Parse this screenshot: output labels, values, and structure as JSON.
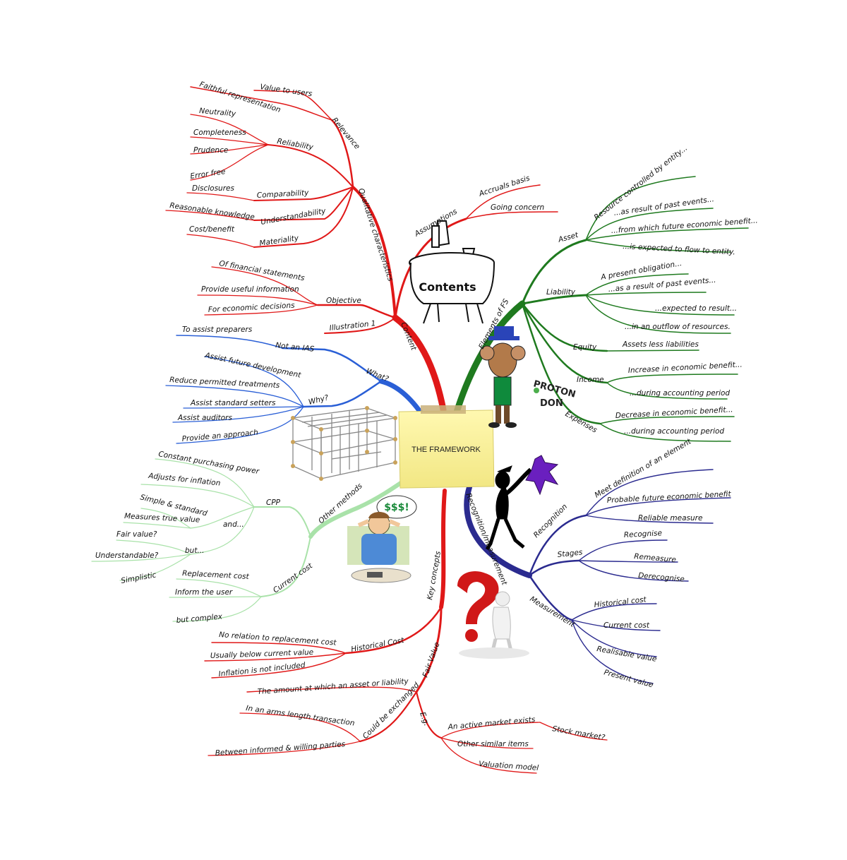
{
  "title": "THE FRAMEWORK",
  "colors": {
    "red": "#e01818",
    "green": "#1f7a1f",
    "blue": "#2a5fd6",
    "navy": "#2b2b8f",
    "lightgreen": "#a9e2a9"
  },
  "icons": [
    "contents-table-icon",
    "mouse-proton-don-icon",
    "scaffold-frame-icon",
    "stressed-man-icon",
    "question-figure-icon",
    "dancing-figure-icon"
  ],
  "contents_label": "Contents",
  "money_label": "$$$!",
  "proton_label": "PROTON",
  "don_label": "DON",
  "branches": {
    "content": "Content",
    "qualitative": "Qualitative characteristics",
    "relevance": "Relevance",
    "value_to_users": "Value to users",
    "reliability": "Reliability",
    "faithful": "Faithful representation",
    "neutrality": "Neutrality",
    "completeness": "Completeness",
    "prudence": "Prudence",
    "error_free": "Error free",
    "comparability": "Comparability",
    "disclosures": "Disclosures",
    "understandability": "Understandability",
    "reasonable_knowledge": "Reasonable knowledge",
    "materiality": "Materiality",
    "cost_benefit": "Cost/benefit",
    "objective": "Objective",
    "of_fs": "Of financial statements",
    "useful_info": "Provide useful information",
    "economic_decisions": "For economic decisions",
    "illustration": "Illustration 1",
    "assumptions": "Assumptions",
    "accruals": "Accruals basis",
    "going_concern": "Going concern",
    "what": "What?",
    "not_ias": "Not an IAS",
    "assist_preparers": "To assist preparers",
    "why": "Why?",
    "future_dev": "Assist future development",
    "reduce_treatments": "Reduce permitted treatments",
    "standard_setters": "Assist standard setters",
    "auditors": "Assist auditors",
    "approach": "Provide an approach",
    "elements": "Elements of FS",
    "asset": "Asset",
    "asset_1": "Resource controlled by entity...",
    "asset_2": "...as result of past events...",
    "asset_3": "...from which future economic benefit...",
    "asset_4": "...is expected to flow to entity.",
    "liability": "Liability",
    "liab_1": "A present obligation...",
    "liab_2": "...as a result of past events...",
    "liab_3": "...expected to result...",
    "liab_4": "...in an outflow of resources.",
    "equity": "Equity",
    "equity_1": "Assets less liabilities",
    "income": "Income",
    "income_1": "Increase in economic benefit...",
    "income_2": "...during accounting period",
    "expenses": "Expenses",
    "exp_1": "Decrease in economic benefit...",
    "exp_2": "...during accounting period",
    "other_methods": "Other methods",
    "cpp": "CPP",
    "const_power": "Constant purchasing power",
    "adjusts_inflation": "Adjusts for inflation",
    "simple_standard": "Simple & standard",
    "measures_true": "Measures true value",
    "and": "and...",
    "fair_value_q": "Fair value?",
    "understandable_q": "Understandable?",
    "but": "but...",
    "simplistic": "Simplistic",
    "current_cost_m": "Current cost",
    "replacement_cost": "Replacement cost",
    "inform_user": "Inform the user",
    "but_complex": "but complex",
    "recog_meas": "Recognition/measurement",
    "recognition": "Recognition",
    "recog_1": "Meet definition of an element",
    "recog_2": "Probable future economic benefit",
    "recog_3": "Reliable measure",
    "stages": "Stages",
    "recognise": "Recognise",
    "remeasure": "Remeasure",
    "derecognise": "Derecognise",
    "measurement": "Measurement",
    "historical_cost_m": "Historical cost",
    "current_cost_r": "Current cost",
    "realisable": "Realisable value",
    "present_value": "Present value",
    "key_concepts": "Key concepts",
    "historical_cost": "Historical Cost",
    "no_relation": "No relation to replacement cost",
    "below_current": "Usually below current value",
    "inflation_not": "Inflation is not included",
    "fair_value": "Fair Value",
    "amount_asset": "The amount at which an asset or liability",
    "could_exchanged": "Could be exchanged",
    "arms_length": "In an arms length transaction",
    "informed_parties": "Between informed & willing parties",
    "eg": "E.g.",
    "active_market": "An active market exists",
    "stock_market": "Stock market?",
    "other_similar": "Other similar items",
    "valuation_model": "Valuation model"
  }
}
